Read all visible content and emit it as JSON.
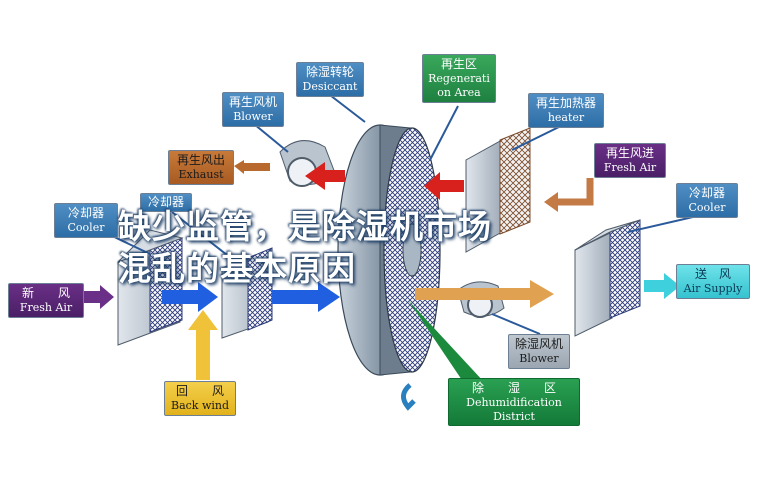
{
  "headline": {
    "line1": "缺少监管，是除湿机市场",
    "line2": "混乱的基本原因"
  },
  "labels": {
    "desiccant": {
      "zh": "除湿转轮",
      "en": "Desiccant"
    },
    "regeneration_area": {
      "zh": "再生区",
      "en_line1": "Regenerati",
      "en_line2": "on Area"
    },
    "regen_blower": {
      "zh": "再生风机",
      "en": "Blower"
    },
    "regen_heater": {
      "zh": "再生加热器",
      "en": "heater"
    },
    "regen_exhaust": {
      "zh": "再生风出",
      "en": "Exhaust"
    },
    "regen_fresh_air": {
      "zh": "再生风进",
      "en": "Fresh Air"
    },
    "cooler_left": {
      "zh": "冷却器",
      "en": "Cooler"
    },
    "cooler_mid": {
      "zh": "冷却器"
    },
    "cooler_right": {
      "zh": "冷却器",
      "en": "Cooler"
    },
    "fresh_air": {
      "zh": "新　　风",
      "en": "Fresh Air"
    },
    "air_supply": {
      "zh": "送　风",
      "en": "Air Supply"
    },
    "back_wind": {
      "zh": "回　　风",
      "en": "Back wind"
    },
    "dehum_blower": {
      "zh": "除湿风机",
      "en": "Blower"
    },
    "dehum_district": {
      "zh": "除　　湿　　区",
      "en_line1": "Dehumidification",
      "en_line2": "District"
    }
  },
  "colors": {
    "blue_label": "#3b7fb8",
    "green_label": "#2a9a50",
    "exhaust_label": "#b86a2e",
    "fresh_air_regen_label": "#5a2878",
    "air_supply_label": "#4fd3dd",
    "back_wind_label": "#ecc233",
    "arrow_red": "#d8201c",
    "arrow_blue": "#1f5fe0",
    "arrow_orange": "#e0a250",
    "arrow_purple": "#6a2f86",
    "arrow_cyan": "#3ed0dc",
    "arrow_yellow": "#f0c23a",
    "headline_text": "#ffffff",
    "headline_outline": "#1f3f66"
  }
}
